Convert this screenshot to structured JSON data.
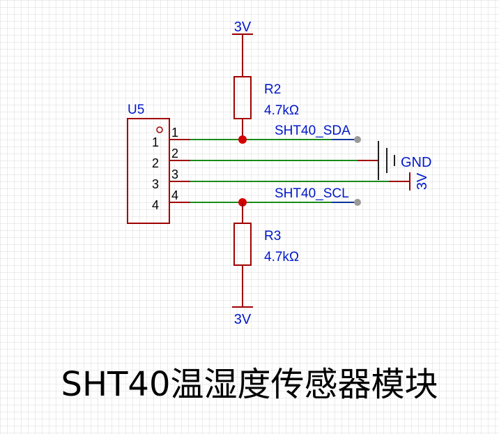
{
  "colors": {
    "grid": "#d9d9d9",
    "wire": "#1a8a1a",
    "component": "#a00000",
    "label_blue": "#0018c8",
    "text_black": "#000000",
    "junction": "#d40000",
    "net_end": "#9a9a9a"
  },
  "title": "SHT40温湿度传感器模块",
  "u5": {
    "ref": "U5",
    "body_pins": [
      "1",
      "2",
      "3",
      "4"
    ],
    "pin_numbers": [
      "1",
      "2",
      "3",
      "4"
    ]
  },
  "r2": {
    "ref": "R2",
    "value": "4.7kΩ"
  },
  "r3": {
    "ref": "R3",
    "value": "4.7kΩ"
  },
  "power": {
    "top": "3V",
    "bottom": "3V",
    "right": "3V"
  },
  "nets": {
    "sda": "SHT40_SDA",
    "scl": "SHT40_SCL",
    "gnd": "GND"
  }
}
